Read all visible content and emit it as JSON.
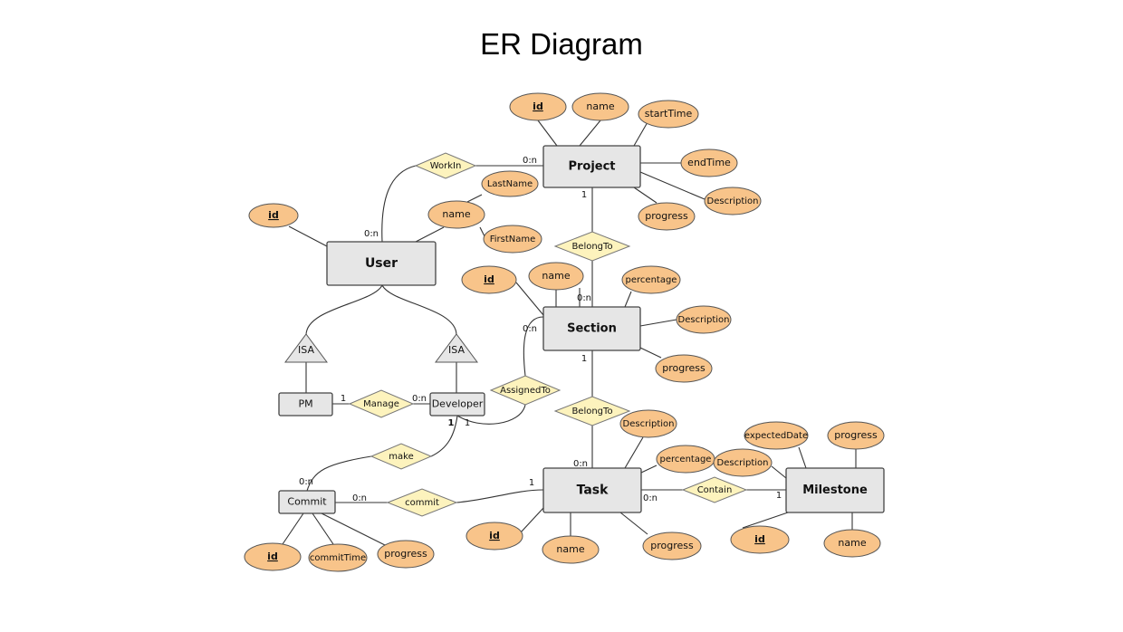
{
  "title": "ER Diagram",
  "entities": [
    {
      "id": "project",
      "label": "Project",
      "bold": true
    },
    {
      "id": "user",
      "label": "User",
      "bold": true
    },
    {
      "id": "section",
      "label": "Section",
      "bold": true
    },
    {
      "id": "pm",
      "label": "PM",
      "bold": false
    },
    {
      "id": "developer",
      "label": "Developer",
      "bold": false
    },
    {
      "id": "task",
      "label": "Task",
      "bold": true
    },
    {
      "id": "milestone",
      "label": "Milestone",
      "bold": true
    },
    {
      "id": "commit",
      "label": "Commit",
      "bold": false
    }
  ],
  "relationships": [
    {
      "id": "workin",
      "label": "WorkIn"
    },
    {
      "id": "belongto1",
      "label": "BelongTo"
    },
    {
      "id": "assignedto",
      "label": "AssignedTo"
    },
    {
      "id": "manage",
      "label": "Manage"
    },
    {
      "id": "belongto2",
      "label": "BelongTo"
    },
    {
      "id": "make",
      "label": "make"
    },
    {
      "id": "contain",
      "label": "Contain"
    },
    {
      "id": "commitrel",
      "label": "commit"
    }
  ],
  "isa": [
    {
      "id": "isa-pm",
      "label": "ISA"
    },
    {
      "id": "isa-dev",
      "label": "ISA"
    }
  ],
  "attributes": [
    {
      "id": "p-id",
      "label": "id",
      "key": true
    },
    {
      "id": "p-name",
      "label": "name",
      "key": false
    },
    {
      "id": "p-start",
      "label": "startTime",
      "key": false
    },
    {
      "id": "p-end",
      "label": "endTime",
      "key": false
    },
    {
      "id": "p-desc",
      "label": "Description",
      "key": false
    },
    {
      "id": "p-prog",
      "label": "progress",
      "key": false
    },
    {
      "id": "u-id",
      "label": "id",
      "key": true
    },
    {
      "id": "u-name",
      "label": "name",
      "key": false
    },
    {
      "id": "u-last",
      "label": "LastName",
      "key": false
    },
    {
      "id": "u-first",
      "label": "FirstName",
      "key": false
    },
    {
      "id": "s-id",
      "label": "id",
      "key": true
    },
    {
      "id": "s-name",
      "label": "name",
      "key": false
    },
    {
      "id": "s-perc",
      "label": "percentage",
      "key": false
    },
    {
      "id": "s-desc",
      "label": "Description",
      "key": false
    },
    {
      "id": "s-prog",
      "label": "progress",
      "key": false
    },
    {
      "id": "t-desc",
      "label": "Description",
      "key": false
    },
    {
      "id": "t-perc",
      "label": "percentage",
      "key": false
    },
    {
      "id": "t-id",
      "label": "id",
      "key": true
    },
    {
      "id": "t-name",
      "label": "name",
      "key": false
    },
    {
      "id": "t-prog",
      "label": "progress",
      "key": false
    },
    {
      "id": "m-exp",
      "label": "expectedDate",
      "key": false
    },
    {
      "id": "m-prog",
      "label": "progress",
      "key": false
    },
    {
      "id": "m-desc",
      "label": "Description",
      "key": false
    },
    {
      "id": "m-id",
      "label": "id",
      "key": true
    },
    {
      "id": "m-name",
      "label": "name",
      "key": false
    },
    {
      "id": "c-id",
      "label": "id",
      "key": true
    },
    {
      "id": "c-time",
      "label": "commitTime",
      "key": false
    },
    {
      "id": "c-prog",
      "label": "progress",
      "key": false
    }
  ],
  "cardinalities": [
    {
      "id": "k1",
      "label": "0:n"
    },
    {
      "id": "k2",
      "label": "0:n"
    },
    {
      "id": "k3",
      "label": "1"
    },
    {
      "id": "k4",
      "label": "0:n"
    },
    {
      "id": "k5",
      "label": "0:n"
    },
    {
      "id": "k6",
      "label": "1"
    },
    {
      "id": "k7",
      "label": "1"
    },
    {
      "id": "k8",
      "label": "0:n"
    },
    {
      "id": "k9",
      "label": "1"
    },
    {
      "id": "k10",
      "label": "1"
    },
    {
      "id": "k11",
      "label": "0:n"
    },
    {
      "id": "k12",
      "label": "0:n"
    },
    {
      "id": "k13",
      "label": "1"
    },
    {
      "id": "k14",
      "label": "0:n"
    },
    {
      "id": "k15",
      "label": "1"
    },
    {
      "id": "k16",
      "label": "0:n"
    }
  ]
}
